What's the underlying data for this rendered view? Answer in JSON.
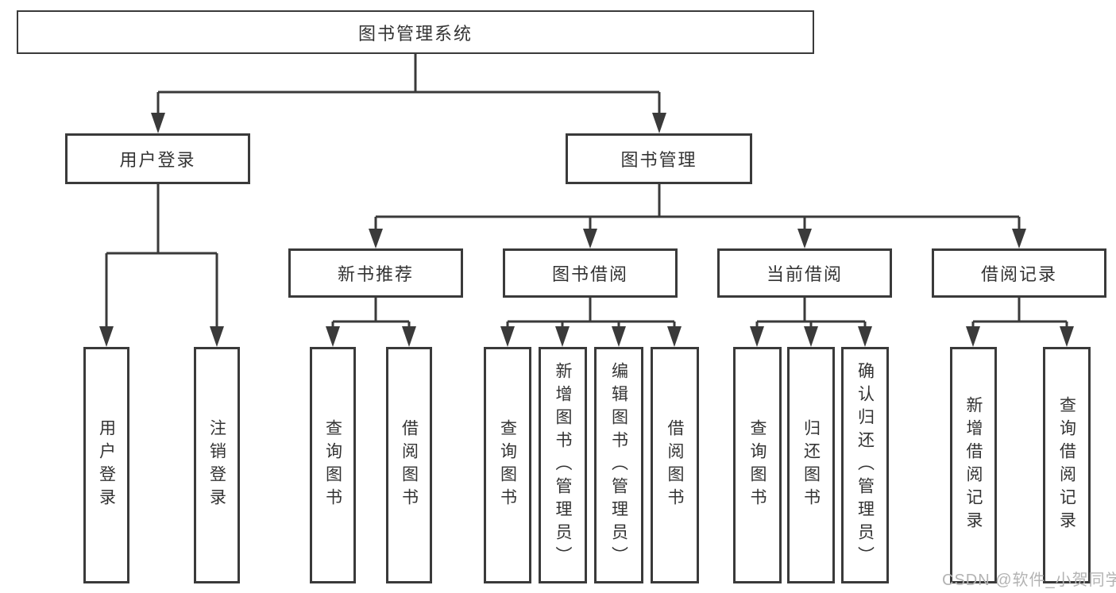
{
  "diagram": {
    "type": "hierarchy-tree",
    "colors": {
      "line": "#3a3a3a",
      "text": "#333333",
      "background": "#ffffff",
      "watermark": "#b3b3b3"
    },
    "nodes": {
      "root": {
        "label": "图书管理系统"
      },
      "level2": [
        {
          "id": "user_login",
          "label": "用户登录",
          "parent": "图书管理系统"
        },
        {
          "id": "book_management",
          "label": "图书管理",
          "parent": "图书管理系统"
        }
      ],
      "level3": [
        {
          "id": "new_book_recommend",
          "label": "新书推荐",
          "parent": "图书管理"
        },
        {
          "id": "book_borrowing",
          "label": "图书借阅",
          "parent": "图书管理"
        },
        {
          "id": "current_borrowing",
          "label": "当前借阅",
          "parent": "图书管理"
        },
        {
          "id": "borrowing_records",
          "label": "借阅记录",
          "parent": "图书管理"
        }
      ],
      "leaves": [
        {
          "id": "leaf_user_login",
          "label": "用户登录",
          "parent": "用户登录"
        },
        {
          "id": "leaf_logout",
          "label": "注销登录",
          "parent": "用户登录"
        },
        {
          "id": "leaf_nbr_query_books",
          "label": "查询图书",
          "parent": "新书推荐"
        },
        {
          "id": "leaf_nbr_borrow_books",
          "label": "借阅图书",
          "parent": "新书推荐"
        },
        {
          "id": "leaf_bb_query_books",
          "label": "查询图书",
          "parent": "图书借阅"
        },
        {
          "id": "leaf_bb_add_books",
          "label": "新增图书（管理员）",
          "parent": "图书借阅"
        },
        {
          "id": "leaf_bb_edit_books",
          "label": "编辑图书（管理员）",
          "parent": "图书借阅"
        },
        {
          "id": "leaf_bb_borrow_books",
          "label": "借阅图书",
          "parent": "图书借阅"
        },
        {
          "id": "leaf_cb_query_books",
          "label": "查询图书",
          "parent": "当前借阅"
        },
        {
          "id": "leaf_cb_return_books",
          "label": "归还图书",
          "parent": "当前借阅"
        },
        {
          "id": "leaf_cb_confirm_return",
          "label": "确认归还（管理员）",
          "parent": "当前借阅"
        },
        {
          "id": "leaf_br_add_record",
          "label": "新增借阅记录",
          "parent": "借阅记录"
        },
        {
          "id": "leaf_br_query_record",
          "label": "查询借阅记录",
          "parent": "借阅记录"
        }
      ]
    }
  },
  "watermark": {
    "text": "CSDN @软件_小贺同学"
  }
}
